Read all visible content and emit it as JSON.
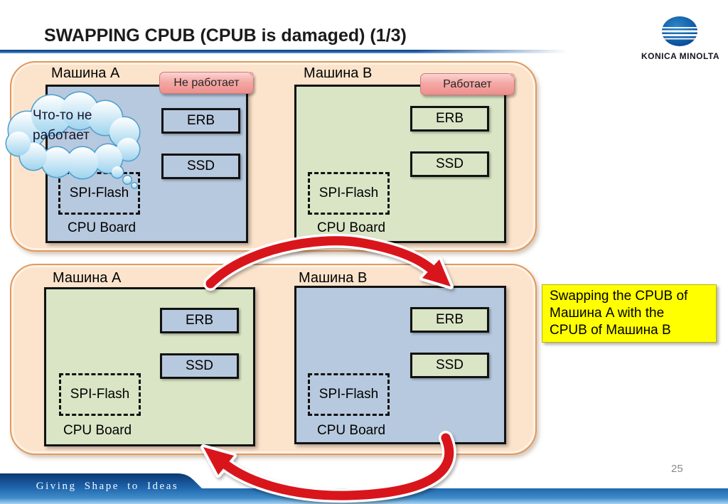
{
  "header": {
    "title": "SWAPPING CPUB (CPUB is damaged) (1/3)",
    "logo_text": "KONICA MINOLTA"
  },
  "labels": {
    "erb": "ERB",
    "ssd": "SSD",
    "spi_flash": "SPI-Flash",
    "cpu_board": "CPU Board"
  },
  "top_panel": {
    "machine_a": {
      "name": "Машина A",
      "status": "Не работает",
      "board_color": "#b7c9de"
    },
    "machine_b": {
      "name": "Машина B",
      "status": "Работает",
      "board_color": "#d9e5c5"
    }
  },
  "bottom_panel": {
    "machine_a": {
      "name": "Машина A",
      "board_color": "#d9e5c5",
      "chip_color": "#b7c9de"
    },
    "machine_b": {
      "name": "Машина B",
      "board_color": "#b7c9de",
      "chip_color": "#d9e5c5"
    }
  },
  "cloud": {
    "line1": "Что-то не",
    "line2": "работает"
  },
  "note": {
    "line1": "Swapping the CPUB of",
    "line2": "Машина A with the",
    "line3": "CPUB of  Машина B"
  },
  "footer": {
    "tagline": "Giving Shape to Ideas",
    "page_number": "25"
  },
  "colors": {
    "panel_bg": "#fce4cc",
    "panel_border": "#e2995c",
    "board_blue": "#b7c9de",
    "board_green": "#d9e5c5",
    "callout_pink": "#ee8f8e",
    "cloud_blue": "#a5d7ee",
    "note_yellow": "#ffff00",
    "arrow_red": "#d9151c",
    "footer_blue": "#1d63ab",
    "title_rule_blue": "#1d5fa8"
  }
}
